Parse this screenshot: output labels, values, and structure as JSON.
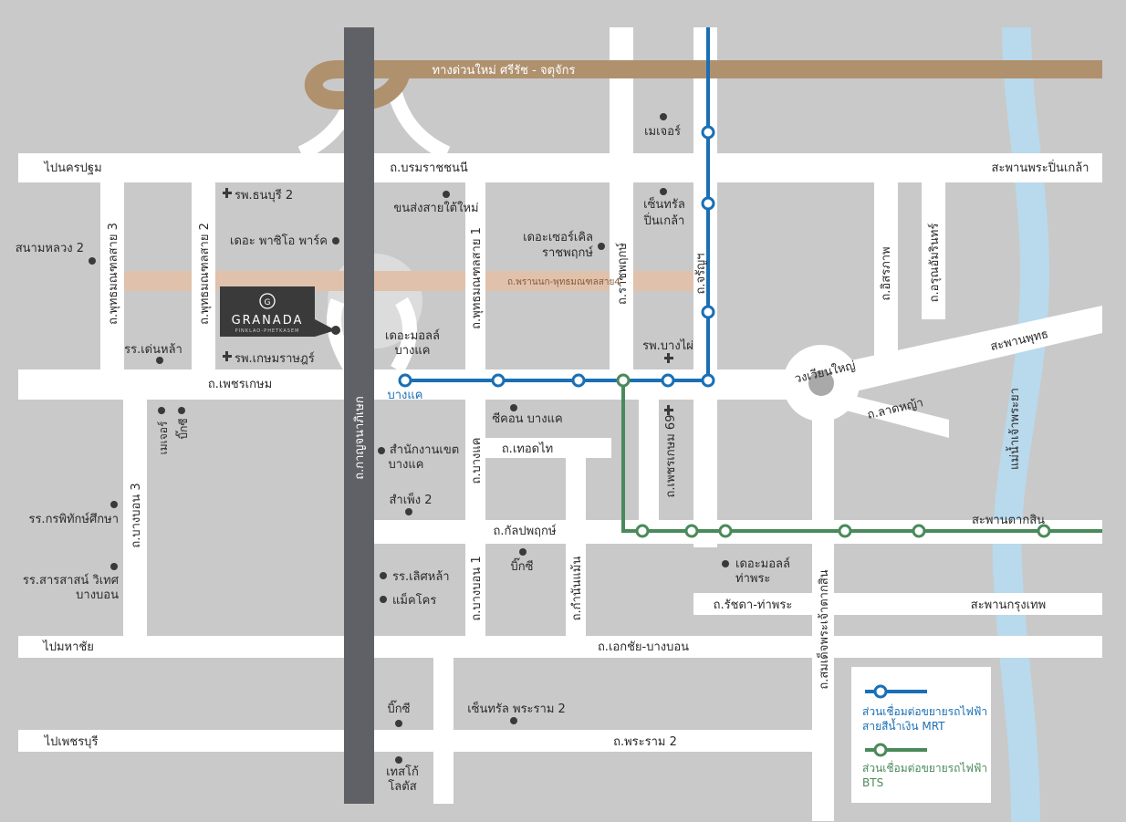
{
  "roads": {
    "expressway": "ทางด่วนใหม่ ศรีรัช - จตุจักร",
    "top_road": "ถ.บรมราชชนนี",
    "left_top": "ไปนครปฐม",
    "bridge_pinklao": "สะพานพระปิ่นเกล้า",
    "phutthamonthon3": "ถ.พุทธมณฑลสาย 3",
    "phutthamonthon2": "ถ.พุทธมณฑลสาย 2",
    "phutthamonthon1": "ถ.พุทธมณฑลสาย 1",
    "ratchaphruek": "ถ.ราชพฤกษ์",
    "charan": "ถ.จรัญฯ",
    "itsaraphap": "ถ.อิสรภาพ",
    "arun": "ถ.อรุณอัมรินทร์",
    "kanchana": "ถ.กาญจนาภิเษก",
    "phran_nok": "ถ.พรานนก-พุทธมณฑลสาย4",
    "petchkasem": "ถ.เพชรเกษม",
    "bridge_phut": "สะพานพุทธ",
    "wongwian": "วงเวียนใหญ่",
    "lat_ya": "ถ.ลาดหญ้า",
    "thoet_thai": "ถ.เทอดไท",
    "bang_khae": "ถ.บางแค",
    "bang_bon3": "ถ.บางบอน 3",
    "kanlapaphruek": "ถ.กัลปพฤกษ์",
    "bridge_taksin": "สะพานตากสิน",
    "bang_bon1": "ถ.บางบอน 1",
    "kamnan_maen": "ถ.กำนันแม้น",
    "phet_kasem_69": "ถ.เพชรเกษม 69",
    "somdet": "ถ.สมเด็จพระเจ้าตากสิน",
    "ratchada_thaphra": "ถ.รัชดา-ท่าพระ",
    "bridge_krungthep": "สะพานกรุงเทพ",
    "left_mahachai": "ไปมหาชัย",
    "ekachai": "ถ.เอกชัย-บางบอน",
    "left_phetchaburi": "ไปเพชรบุรี",
    "rama2": "ถ.พระราม 2",
    "river": "แม่น้ำเจ้าพระยา"
  },
  "places": {
    "mega": "เมเจอร์",
    "central_pinklao_1": "เซ็นทรัล",
    "central_pinklao_2": "ปิ่นเกล้า",
    "hosp_thonburi2": "รพ.ธนบุรี 2",
    "bus_terminal": "ขนส่งสายใต้ใหม่",
    "paseo": "เดอะ พาซิโอ พาร์ค",
    "circle_1": "เดอะเซอร์เคิล",
    "circle_2": "ราชพฤกษ์",
    "sanam_luang2": "สนามหลวง 2",
    "mall_bangkhae_1": "เดอะมอลล์",
    "mall_bangkhae_2": "บางแค",
    "hosp_bangphai": "รพ.บางไผ่",
    "hosp_kasemrad": "รพ.เกษมราษฎร์",
    "school_denla": "รร.เด่นหล้า",
    "major2": "เมเจอร์",
    "bigc1": "บิ๊กซี",
    "seacon": "ซีคอน บางแค",
    "district_1": "สำนักงานเขต",
    "district_2": "บางแค",
    "sampeng2": "สำเพ็ง 2",
    "school_korn": "รร.กรพิทักษ์ศึกษา",
    "school_saras_1": "รร.สารสาสน์ วิเทศ",
    "school_saras_2": "บางบอน",
    "bigc2": "บิ๊กซี",
    "school_lertla": "รร.เลิศหล้า",
    "makro": "แม็คโคร",
    "mall_thaphra_1": "เดอะมอลล์",
    "mall_thaphra_2": "ท่าพระ",
    "bigc3": "บิ๊กซี",
    "central_rama2": "เซ็นทรัล พระราม 2",
    "lotus_1": "เทสโก้",
    "lotus_2": "โลตัส",
    "station_bangkhae": "บางแค"
  },
  "logo": {
    "name": "GRANADA",
    "sub": "PINKLAO-PHETKASEM",
    "icon": "granada-g-monogram"
  },
  "legend": {
    "mrt_1": "ส่วนเชื่อมต่อขยายรถไฟฟ้า",
    "mrt_2": "สายสีน้ำเงิน MRT",
    "bts_1": "ส่วนเชื่อมต่อขยายรถไฟฟ้า",
    "bts_2": "BTS"
  },
  "colors": {
    "background": "#c9c9c9",
    "road": "#ffffff",
    "expressway": "#b0916e",
    "phran_nok": "#dfc1ac",
    "kanchana": "#5f6166",
    "mrt": "#1a6fb5",
    "bts": "#4a8a5a",
    "river": "#b9d9ec",
    "logo_bg": "#3a3a3a"
  }
}
